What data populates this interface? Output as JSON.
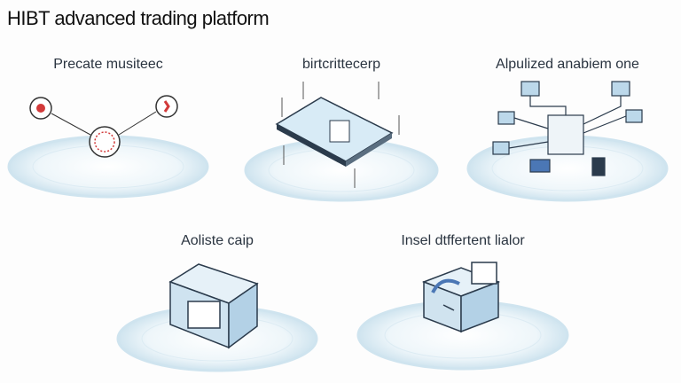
{
  "title": "HIBT advanced trading platform",
  "panels": [
    {
      "label": "Precate musiteec",
      "icon": "gauge-icon"
    },
    {
      "label": "birtcrittecerp",
      "icon": "tablet-icon"
    },
    {
      "label": "Alpulized anabiem one",
      "icon": "network-cubes-icon"
    },
    {
      "label": "Aoliste caip",
      "icon": "device-icon"
    },
    {
      "label": "Insel dtffertent lialor",
      "icon": "machine-icon"
    }
  ],
  "colors": {
    "accent": "#7fb8d8",
    "alert": "#d23a3a",
    "ring": "#cfe4ef"
  }
}
